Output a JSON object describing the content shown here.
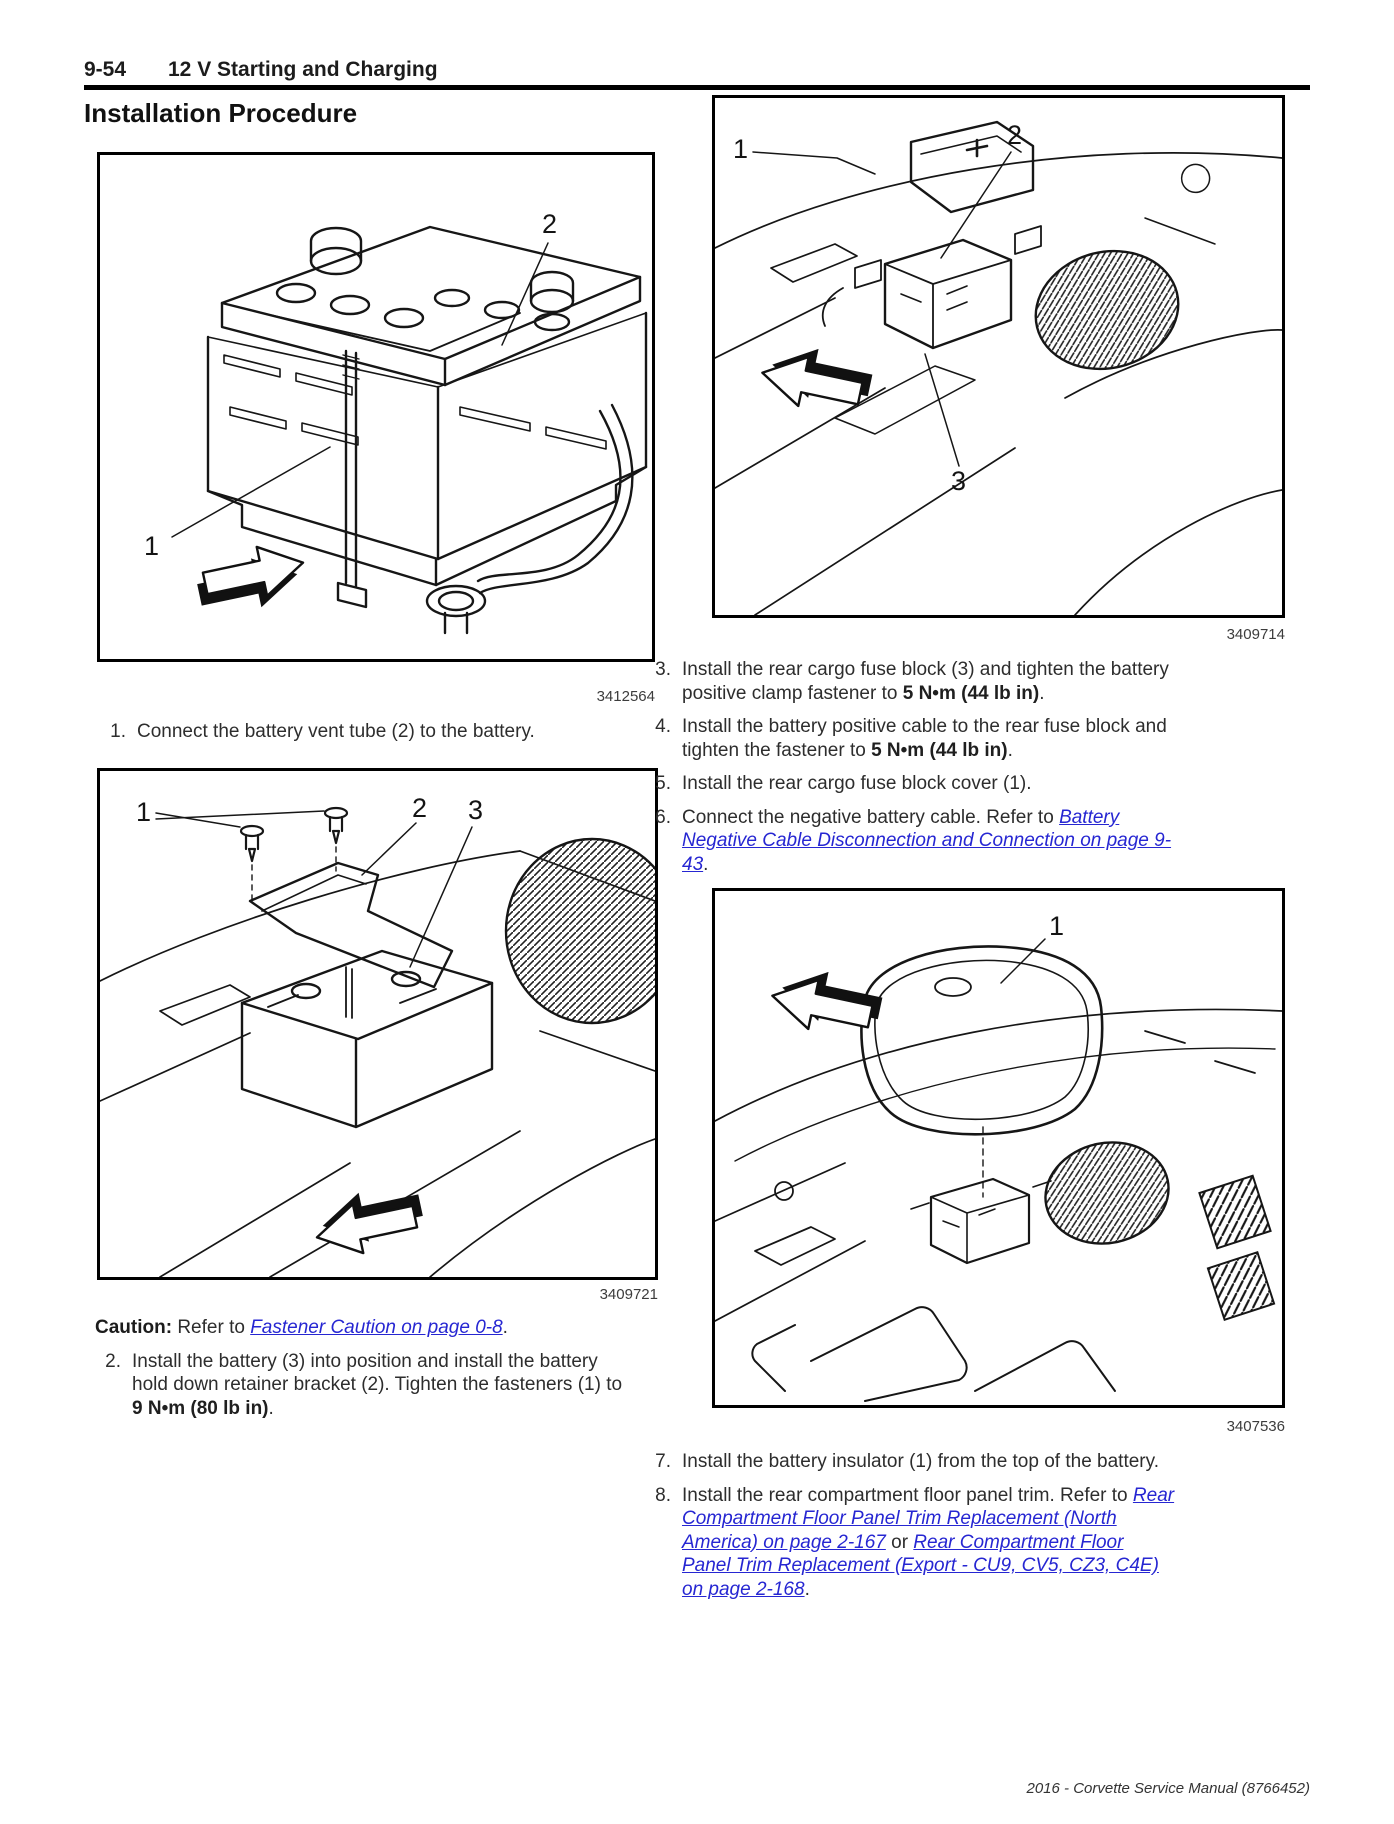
{
  "header": {
    "page_number": "9-54",
    "section_title": "12 V Starting and Charging"
  },
  "title": "Installation Procedure",
  "footer": "2016 - Corvette Service Manual (8766452)",
  "figures": {
    "battery_vent": {
      "id": "3412564",
      "callouts": [
        "1",
        "2"
      ]
    },
    "battery_install": {
      "id": "3409721",
      "callouts": [
        "1",
        "2",
        "3"
      ]
    },
    "fuse_block": {
      "id": "3409714",
      "callouts": [
        "1",
        "2",
        "3"
      ]
    },
    "insulator": {
      "id": "3407536",
      "callouts": [
        "1"
      ]
    }
  },
  "caution": {
    "label": "Caution:",
    "before_link": "  Refer to ",
    "link": "Fastener Caution on page 0-8",
    "after_link": "."
  },
  "steps": {
    "s1": {
      "num": "1.",
      "text": "Connect the battery vent tube (2) to the battery."
    },
    "s2": {
      "num": "2.",
      "pre": "Install the battery (3) into position and install the battery hold down retainer bracket (2). Tighten the fasteners (1) to ",
      "bold": "9 N•m (80 lb in)",
      "post": "."
    },
    "s3": {
      "num": "3.",
      "pre": "Install the rear cargo fuse block (3) and tighten the battery positive clamp fastener to ",
      "bold": "5 N•m (44 lb in)",
      "post": "."
    },
    "s4": {
      "num": "4.",
      "pre": "Install the battery positive cable to the rear fuse block and tighten the fastener to ",
      "bold": "5 N•m (44 lb in)",
      "post": "."
    },
    "s5": {
      "num": "5.",
      "text": "Install the rear cargo fuse block cover (1)."
    },
    "s6": {
      "num": "6.",
      "pre": "Connect the negative battery cable. Refer to ",
      "link": "Battery Negative Cable Disconnection and Connection on page 9-43",
      "post": "."
    },
    "s7": {
      "num": "7.",
      "text": "Install the battery insulator (1) from the top of the battery."
    },
    "s8": {
      "num": "8.",
      "pre": "Install the rear compartment floor panel trim. Refer to ",
      "link1": "Rear Compartment Floor Panel Trim Replacement (North America) on page 2-167",
      "mid": " or ",
      "link2": "Rear Compartment Floor Panel Trim Replacement (Export - CU9, CV5, CZ3, C4E) on page 2-168",
      "post": "."
    }
  }
}
